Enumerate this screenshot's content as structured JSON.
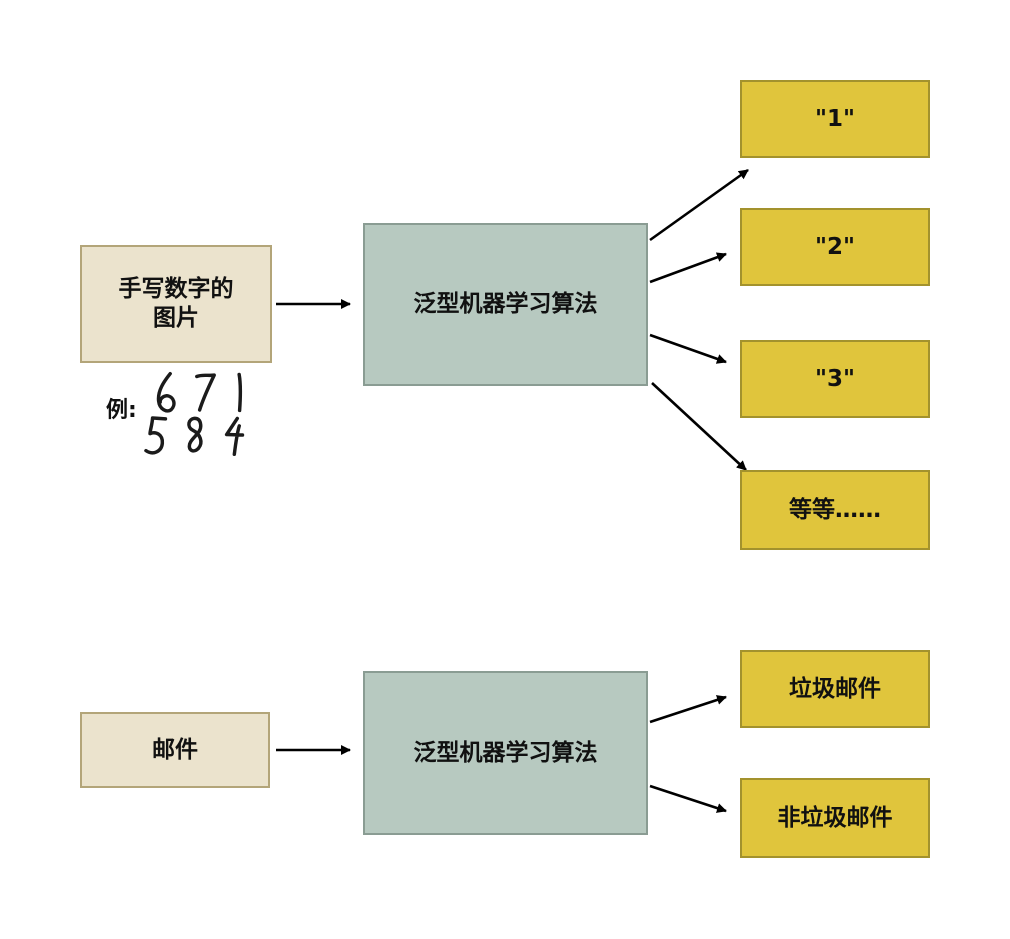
{
  "diagram": {
    "top_flow": {
      "input_box": {
        "label_line1": "手写数字的",
        "label_line2": "图片"
      },
      "example_label": "例:",
      "example_digits": {
        "row1": "671",
        "row2": "584"
      },
      "process_box": {
        "label": "泛型机器学习算法"
      },
      "outputs": [
        "\"1\"",
        "\"2\"",
        "\"3\"",
        "等等……"
      ]
    },
    "bottom_flow": {
      "input_box": {
        "label": "邮件"
      },
      "process_box": {
        "label": "泛型机器学习算法"
      },
      "outputs": [
        "垃圾邮件",
        "非垃圾邮件"
      ]
    },
    "colors": {
      "input_fill": "#ebe3cd",
      "input_border": "#b3a579",
      "process_fill": "#b7c9c0",
      "process_border": "#8a9c93",
      "output_fill": "#e0c53c",
      "output_border": "#a3922d",
      "arrow": "#000000"
    }
  }
}
